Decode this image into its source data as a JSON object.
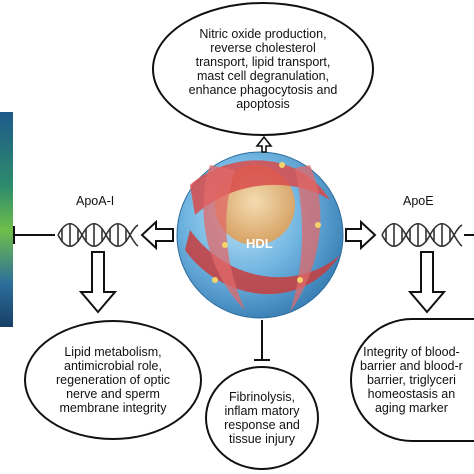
{
  "hdl": {
    "label": "HDL"
  },
  "top_box": {
    "text": "Nitric oxide production,\nreverse cholesterol\ntransport, lipid transport,\nmast cell degranulation,\nenhance phagocytosis and\napoptosis"
  },
  "apoa": {
    "label": "ApoA-I"
  },
  "apoe": {
    "label": "ApoE"
  },
  "left_box": {
    "text": "Lipid metabolism,\nantimicrobial role,\nregeneration of optic\nnerve and sperm\nmembrane integrity"
  },
  "bottom_box": {
    "text": "Fibrinolysis,\ninflam matory\nresponse and\ntissue injury"
  },
  "right_box": {
    "text": "Integrity of blood-\nbarrier and blood-r\nbarrier, triglyceri\nhomeostasis an\naging marker"
  },
  "colors": {
    "sphere_outer": "#5aa6d8",
    "sphere_red": "#d94b4b",
    "core": "#e8c08a"
  }
}
